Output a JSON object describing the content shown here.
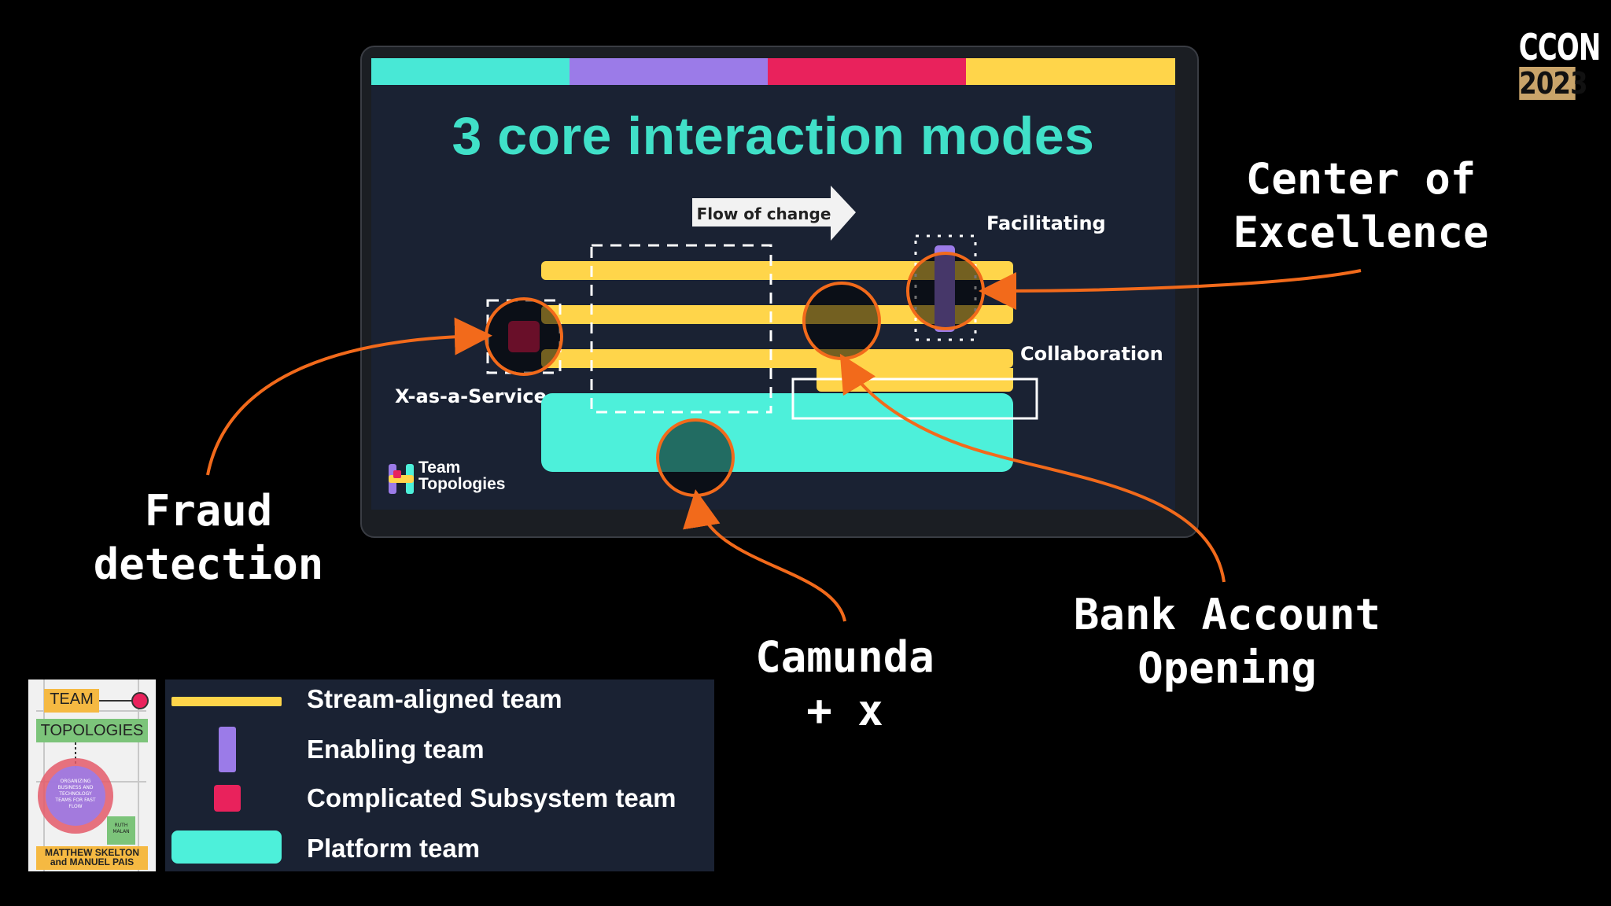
{
  "badge": {
    "brand": "CCON",
    "year": "2023",
    "year_color": "#c9a46a"
  },
  "slide": {
    "title": "3 core interaction modes",
    "title_color": "#40e0c8",
    "top_band_colors": [
      "#48e8d6",
      "#9b7be8",
      "#e9225c",
      "#ffd54a"
    ],
    "flow_label": "Flow of change",
    "modes": {
      "facilitating": "Facilitating",
      "collaboration": "Collaboration",
      "xaas": "X-as-a-Service"
    },
    "logo": {
      "line1": "Team",
      "line2": "Topologies"
    }
  },
  "callouts": {
    "center_of_excellence": [
      "Center of",
      "Excellence"
    ],
    "fraud_detection": [
      "Fraud",
      "detection"
    ],
    "camunda": [
      "Camunda",
      "+ x"
    ],
    "bank_account": [
      "Bank Account",
      "Opening"
    ],
    "arrow_color": "#f26a1b"
  },
  "book": {
    "word1": "TEAM",
    "word2": "TOPOLOGIES",
    "blurb": "ORGANIZING BUSINESS AND TECHNOLOGY TEAMS FOR FAST FLOW",
    "foreword": "RUTH MALAN",
    "authors1": "MATTHEW SKELTON",
    "authors2": "and MANUEL PAIS"
  },
  "legend": {
    "items": [
      {
        "label": "Stream-aligned team",
        "color": "#ffd54a"
      },
      {
        "label": "Enabling team",
        "color": "#9b7be8"
      },
      {
        "label": "Complicated Subsystem team",
        "color": "#e9225c"
      },
      {
        "label": "Platform team",
        "color": "#4df0da"
      }
    ]
  }
}
